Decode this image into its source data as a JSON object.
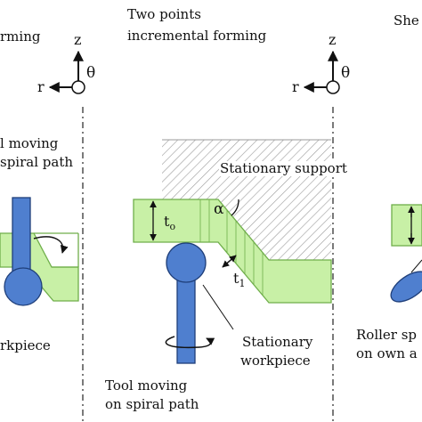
{
  "panels": [
    {
      "title_lines": [
        "",
        "rming"
      ],
      "labels": {
        "tool": [
          "l moving",
          "spiral path"
        ],
        "workpiece": "rkpiece"
      }
    },
    {
      "title_lines": [
        "Two points",
        "incremental forming"
      ],
      "labels": {
        "support": "Stationary support",
        "thickness_initial": "t",
        "thickness_initial_sub": "o",
        "wall_angle": "α",
        "thickness_final": "t",
        "thickness_final_sub": "1",
        "tool": [
          "Tool moving",
          "on spiral path"
        ],
        "workpiece": [
          "Stationary",
          "workpiece"
        ]
      }
    },
    {
      "title_lines": [
        "She",
        ""
      ],
      "labels": {
        "roller": [
          "Roller sp",
          "on own a"
        ]
      }
    }
  ],
  "axes": {
    "z": "z",
    "r": "r",
    "theta": "θ"
  },
  "colors": {
    "workpiece_fill": "#c8f0a6",
    "workpiece_stroke": "#6fae4a",
    "tool_fill": "#4f7fcf",
    "tool_stroke": "#1f3f7a",
    "support_hatch": "#9a9a9a"
  }
}
